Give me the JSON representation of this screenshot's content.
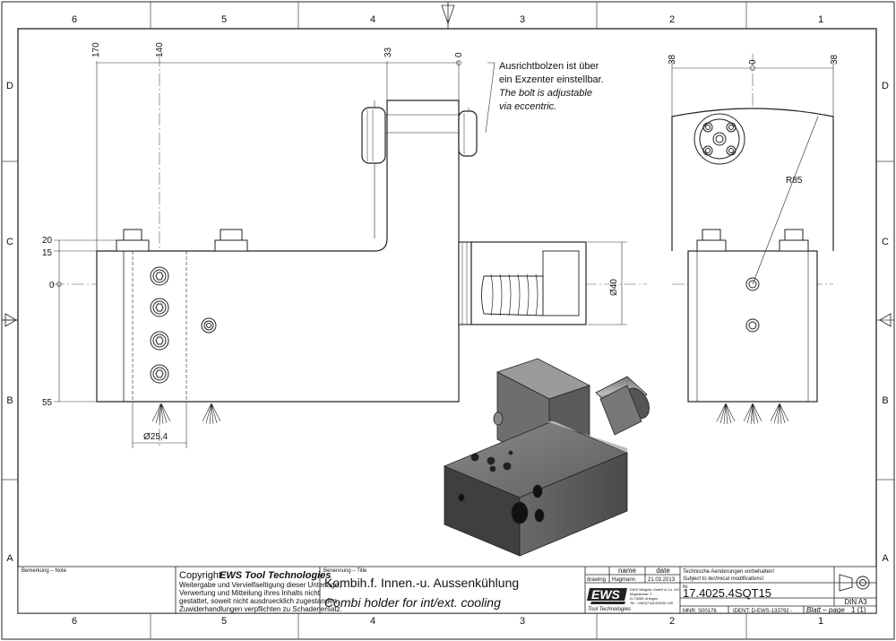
{
  "grid": {
    "columns": [
      "6",
      "5",
      "4",
      "3",
      "2",
      "1"
    ],
    "rows": [
      "D",
      "C",
      "B",
      "A"
    ]
  },
  "note": {
    "de_line1": "Ausrichtbolzen ist über",
    "de_line2": "ein Exzenter einstellbar.",
    "en_line1": "The bolt is adjustable",
    "en_line2": "via eccentric."
  },
  "dimensions": {
    "top_170": "170",
    "top_140": "140",
    "top_33": "33",
    "top_0": "0",
    "left_20": "20",
    "left_15": "15",
    "left_0": "0",
    "left_55": "55",
    "diameter_25_4": "Ø25,4",
    "diameter_40": "Ø40",
    "side_38_left": "38",
    "side_0": "0",
    "side_38_right": "38",
    "radius_85": "R85"
  },
  "title_block": {
    "remark_label": "Bemerkung – Note",
    "copyright_prefix": "Copyright",
    "copyright_brand": "EWS Tool Technologies",
    "copyright_lines": [
      "Weitergabe und Vervielfaeltigung dieser Unterlage,",
      "Verwertung und Mitteilung ihres Inhalts nicht",
      "gestattet, soweit nicht ausdruecklich zugestanden.",
      "Zuwiderhandlungen verpflichten zu Schadenersatz."
    ],
    "naming_label": "Benennung – Title",
    "title_de": "Kombih.f. Innen.-u. Aussenkühlung",
    "title_en": "Combi holder for int/ext. cooling",
    "col_name": "name",
    "col_date": "date",
    "row_drawing": "drawing",
    "drawn_by": "Hagmann",
    "drawn_date": "21.03.2013",
    "logo_text": "EWS",
    "logo_sub": "Tool Technologies",
    "company_lines": [
      "EWS Weigele GmbH & Co. KG",
      "Maybachstr. 1",
      "D-73095 Uhingen",
      "Tel. +49(0)7161/93040-100"
    ],
    "change_de": "Technische Aenderungen vorbehalten!",
    "change_en": "Subject to technical modifications!",
    "nr_label": "Nr.",
    "part_number": "17.4025.4SQT15",
    "mnr": "MNR: S00176",
    "ident": "IDENT: D-EWS-133792 -",
    "sheet_label": "Blatt – page",
    "sheet_value": "1 (1)",
    "format": "DIN A3"
  }
}
